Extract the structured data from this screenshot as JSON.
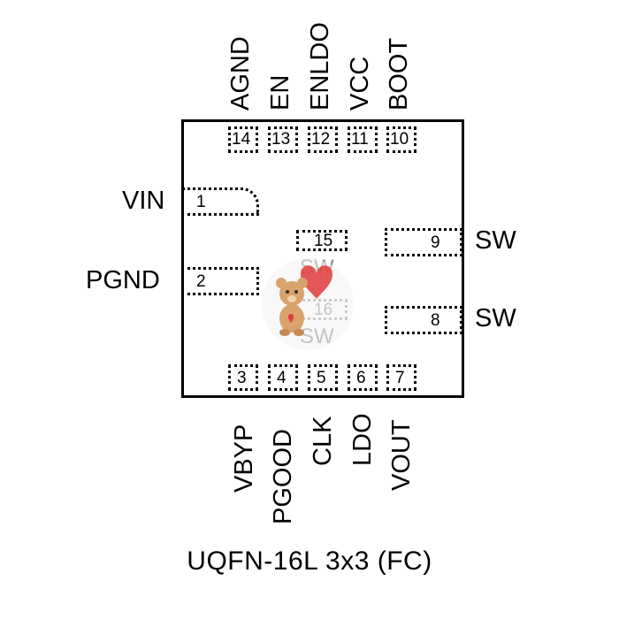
{
  "package": {
    "caption": "UQFN-16L 3x3 (FC)",
    "outline_color": "#000000"
  },
  "pins": {
    "top": [
      {
        "num": "14",
        "label": "AGND"
      },
      {
        "num": "13",
        "label": "EN"
      },
      {
        "num": "12",
        "label": "ENLDO"
      },
      {
        "num": "11",
        "label": "VCC"
      },
      {
        "num": "10",
        "label": "BOOT"
      }
    ],
    "bottom": [
      {
        "num": "3",
        "label": "VBYP"
      },
      {
        "num": "4",
        "label": "PGOOD"
      },
      {
        "num": "5",
        "label": "CLK"
      },
      {
        "num": "6",
        "label": "LDO"
      },
      {
        "num": "7",
        "label": "VOUT"
      }
    ],
    "left": [
      {
        "num": "1",
        "label": "VIN"
      },
      {
        "num": "2",
        "label": "PGND"
      }
    ],
    "right": [
      {
        "num": "9",
        "label": "SW"
      },
      {
        "num": "8",
        "label": "SW"
      }
    ],
    "center": [
      {
        "num": "15",
        "label": "SW"
      },
      {
        "num": "16",
        "label": "SW"
      }
    ]
  },
  "watermark": {
    "icon": "teddy-bear-heart-icon",
    "color": "#e23a3a"
  }
}
